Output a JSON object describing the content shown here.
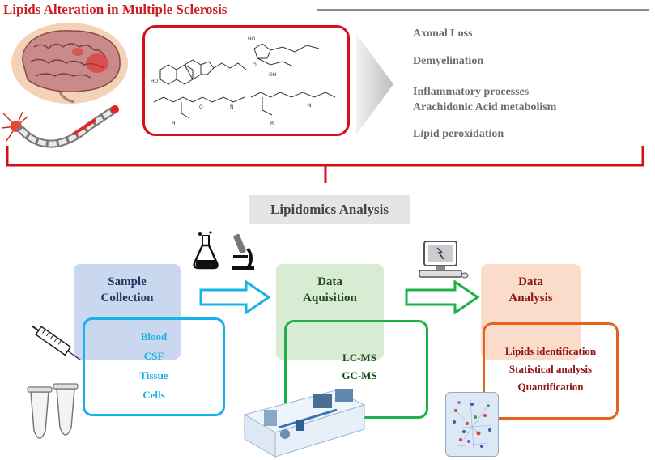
{
  "header": {
    "title": "Lipids Alteration in Multiple Sclerosis"
  },
  "effects": [
    "Axonal Loss",
    "Demyelination",
    "Inflammatory processes",
    "Arachidonic Acid metabolism",
    "Lipid peroxidation"
  ],
  "analysis": {
    "title": "Lipidomics Analysis"
  },
  "steps": {
    "collection": {
      "title_line1": "Sample",
      "title_line2": "Collection",
      "items": [
        "Blood",
        "CSF",
        "Tissue",
        "Cells"
      ]
    },
    "acquisition": {
      "title_line1": "Data",
      "title_line2": "Aquisition",
      "items": [
        "LC-MS",
        "GC-MS"
      ]
    },
    "analysis": {
      "title_line1": "Data",
      "title_line2": "Analysis",
      "items": [
        "Lipids identification",
        "Statistical analysis",
        "Quantification"
      ]
    }
  },
  "colors": {
    "red": "#d6101a",
    "blue": "#19b2e8",
    "green": "#1db04a",
    "orange": "#e3641e",
    "blue_fill": "#c9d8ef",
    "green_fill": "#d8ecd3",
    "orange_fill": "#fbdccb"
  }
}
